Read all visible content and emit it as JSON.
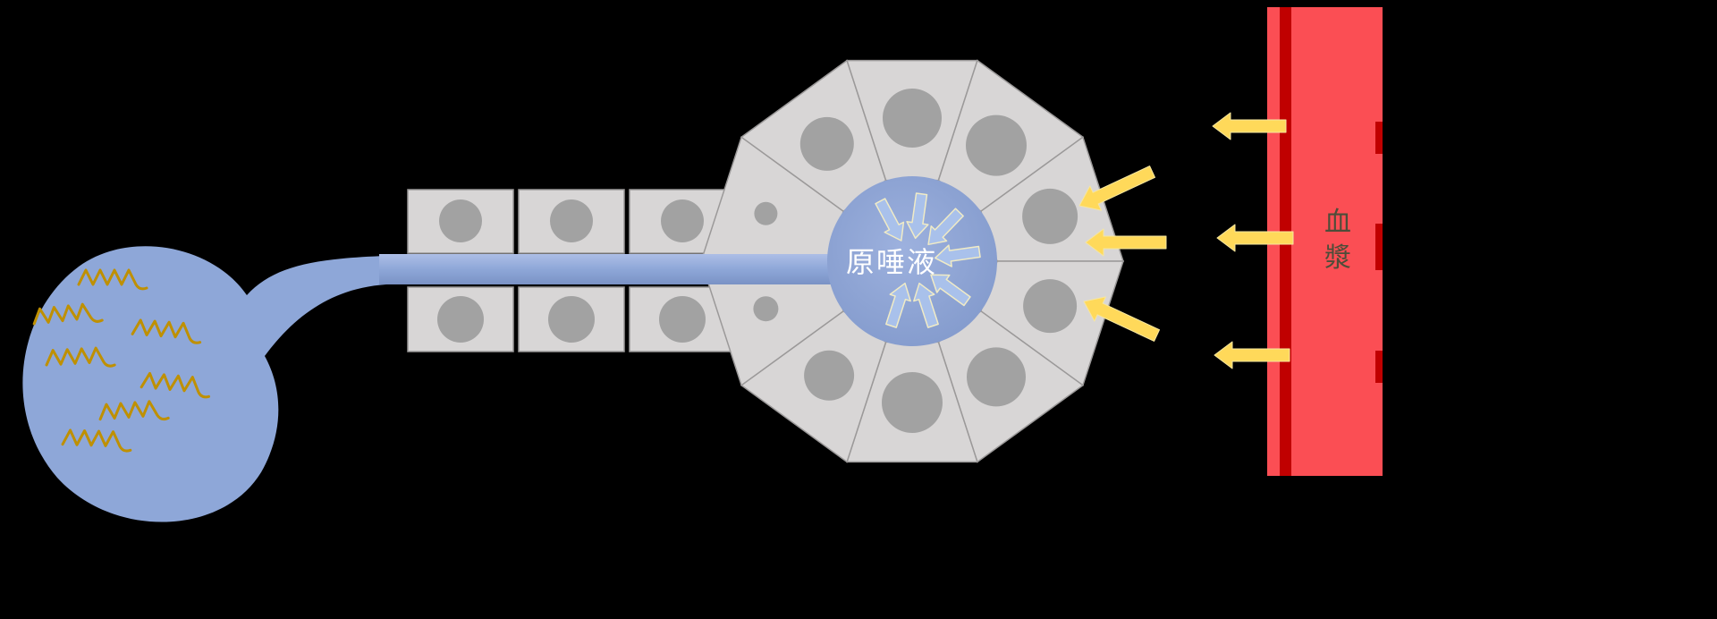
{
  "labels": {
    "primary_saliva": "原唾液",
    "blood_plasma": "血漿"
  },
  "colors": {
    "background": "#000000",
    "saliva_blue": "#8EA7D8",
    "duct_top": "#ADBEE6",
    "duct_mid": "#8EA7D8",
    "duct_bottom": "#7A92C5",
    "lumen_light": "#9DB1DE",
    "lumen_dark": "#7E96C9",
    "cell_fill": "#D8D6D6",
    "cell_stroke": "#9B9999",
    "nucleus_gray": "#A2A2A2",
    "plasma_red": "#FB4E54",
    "plasma_red_dark": "#C00000",
    "arrow_yellow": "#FFD95A",
    "arrow_yellow_outline": "#F6E6A0",
    "secretion_arrow_blue": "#A9C1EB",
    "secretion_arrow_outline": "#F0EBC6",
    "protein_gold": "#BF9000",
    "plasma_label_color": "#4D4D39",
    "saliva_label_color": "#FFFFFF"
  },
  "structure": {
    "acinus_cell_count": 10,
    "duct_cell_columns": 3,
    "duct_cell_rows": 2,
    "protein_molecule_count": 7,
    "secretion_arrow_count": 7,
    "plasma_arrow_count": 6
  }
}
